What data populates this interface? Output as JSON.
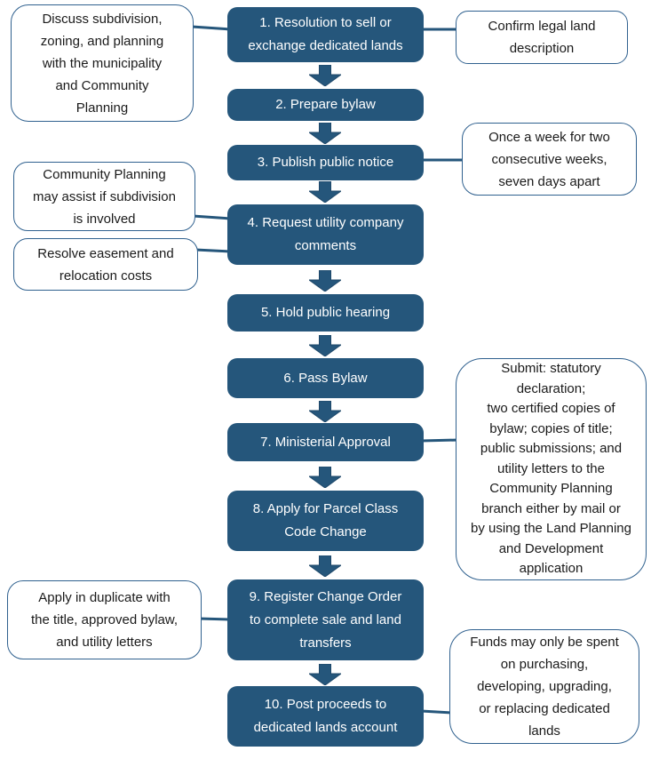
{
  "colors": {
    "step_fill": "#25567B",
    "step_text": "#FFFFFF",
    "note_border": "#30618F",
    "note_text": "#1A1A1A",
    "connector": "#25567B",
    "background": "#FFFFFF"
  },
  "steps": [
    {
      "label": "1. Resolution to sell or\nexchange dedicated lands"
    },
    {
      "label": "2. Prepare bylaw"
    },
    {
      "label": "3. Publish public notice"
    },
    {
      "label": "4. Request utility company\ncomments"
    },
    {
      "label": "5. Hold public hearing"
    },
    {
      "label": "6. Pass Bylaw"
    },
    {
      "label": "7. Ministerial Approval"
    },
    {
      "label": "8. Apply for Parcel Class\nCode Change"
    },
    {
      "label": "9. Register Change Order\nto complete sale and land\ntransfers"
    },
    {
      "label": "10. Post proceeds to\ndedicated lands account"
    }
  ],
  "notes": {
    "left_1": {
      "text": "Discuss subdivision,\nzoning, and planning\nwith the municipality\nand Community\nPlanning"
    },
    "left_2": {
      "text": "Community Planning\nmay assist if subdivision\nis involved"
    },
    "left_3": {
      "text": "Resolve easement and\nrelocation costs"
    },
    "left_4": {
      "text": "Apply in duplicate with\nthe title, approved bylaw,\nand utility letters"
    },
    "right_1": {
      "text": "Confirm legal land\ndescription"
    },
    "right_2": {
      "text": "Once a week for two\nconsecutive weeks,\nseven days apart"
    },
    "right_3": {
      "text": "Submit: statutory\ndeclaration;\ntwo certified copies of\nbylaw; copies of title;\npublic submissions; and\nutility letters to the\nCommunity Planning\nbranch either by mail or\nby using the Land Planning\nand Development\napplication"
    },
    "right_4": {
      "text": "Funds may only be spent\non purchasing,\ndeveloping, upgrading,\nor replacing dedicated\nlands"
    }
  }
}
